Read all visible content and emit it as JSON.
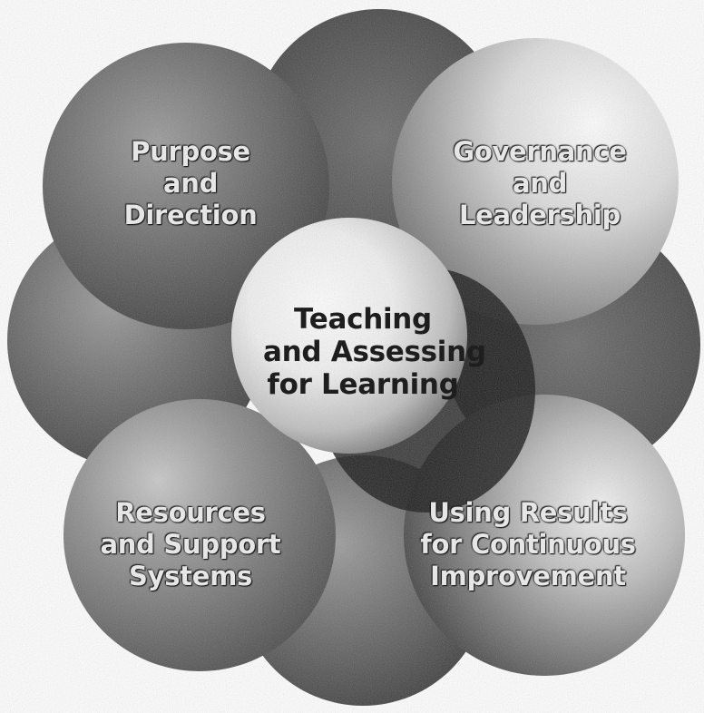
{
  "diagram": {
    "center": {
      "lines": [
        "Teaching",
        "and Assessing",
        "for Learning"
      ]
    },
    "petals": [
      {
        "lines": [
          "Purpose",
          "and",
          "Direction"
        ]
      },
      {
        "lines": [
          "Governance",
          "and",
          "Leadership"
        ]
      },
      {
        "lines": [
          "Resources",
          "and Support",
          "Systems"
        ]
      },
      {
        "lines": [
          "Using Results",
          "for Continuous",
          "Improvement"
        ]
      }
    ]
  }
}
